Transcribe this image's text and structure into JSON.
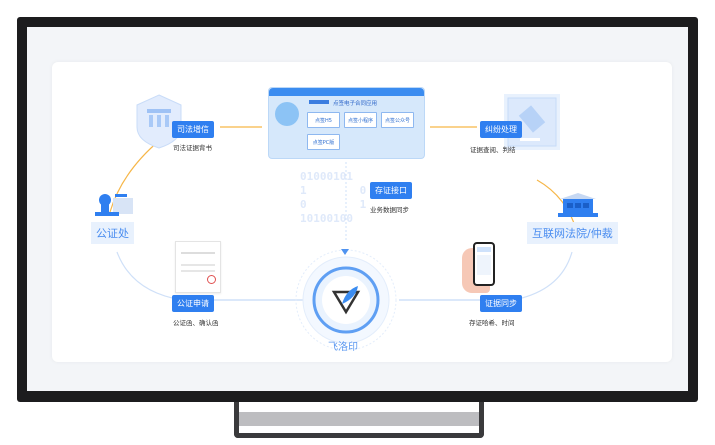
{
  "center": {
    "brand": "飞洛印"
  },
  "app": {
    "title": "点签电子合同应用",
    "buttons": [
      "点签H5",
      "点签小程序",
      "点签公众号",
      "点签PC版"
    ]
  },
  "storage": {
    "tag": "存证接口",
    "caption": "业务数据同步",
    "binary": [
      "01000101",
      "1        0",
      "0        1",
      "10100100"
    ]
  },
  "judicial": {
    "tag": "司法增信",
    "caption": "司法证据背书"
  },
  "dispute": {
    "tag": "纠纷处理",
    "caption": "证据查阅、判结"
  },
  "notary": {
    "label": "公证处",
    "tag": "公证申请",
    "caption": "公证函、确认函"
  },
  "court": {
    "label": "互联网法院/仲裁",
    "tag": "证据同步",
    "caption": "存证哈希、时间"
  },
  "colors": {
    "accent": "#2f7ff0",
    "orange": "#f6b648",
    "tv": "#1c1c1e"
  }
}
